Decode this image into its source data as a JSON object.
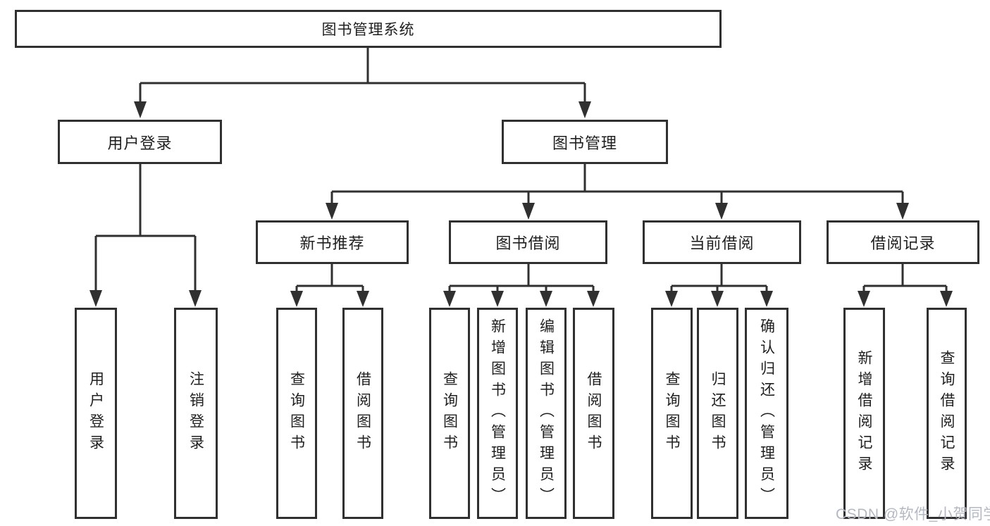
{
  "nodes": {
    "root": {
      "label": "图书管理系统"
    },
    "level2": [
      {
        "label": "用户登录",
        "parent": "图书管理系统"
      },
      {
        "label": "图书管理",
        "parent": "图书管理系统"
      }
    ],
    "level3": [
      {
        "label": "新书推荐",
        "parent": "图书管理"
      },
      {
        "label": "图书借阅",
        "parent": "图书管理"
      },
      {
        "label": "当前借阅",
        "parent": "图书管理"
      },
      {
        "label": "借阅记录",
        "parent": "图书管理"
      }
    ],
    "leaves": [
      {
        "label": "用户登录",
        "parent": "用户登录"
      },
      {
        "label": "注销登录",
        "parent": "用户登录"
      },
      {
        "label": "查询图书",
        "parent": "新书推荐"
      },
      {
        "label": "借阅图书",
        "parent": "新书推荐"
      },
      {
        "label": "查询图书",
        "parent": "图书借阅"
      },
      {
        "label": "新增图书（管理员）",
        "parent": "图书借阅"
      },
      {
        "label": "编辑图书（管理员）",
        "parent": "图书借阅"
      },
      {
        "label": "借阅图书",
        "parent": "图书借阅"
      },
      {
        "label": "查询图书",
        "parent": "当前借阅"
      },
      {
        "label": "归还图书",
        "parent": "当前借阅"
      },
      {
        "label": "确认归还（管理员）",
        "parent": "当前借阅"
      },
      {
        "label": "新增借阅记录",
        "parent": "借阅记录"
      },
      {
        "label": "查询借阅记录",
        "parent": "借阅记录"
      }
    ]
  },
  "watermark": {
    "text": "CSDN @软件_小贺同学"
  },
  "colors": {
    "line": "#303030",
    "text": "#1f1f1f",
    "watermark": "#b4b8c2",
    "background": "#ffffff"
  }
}
